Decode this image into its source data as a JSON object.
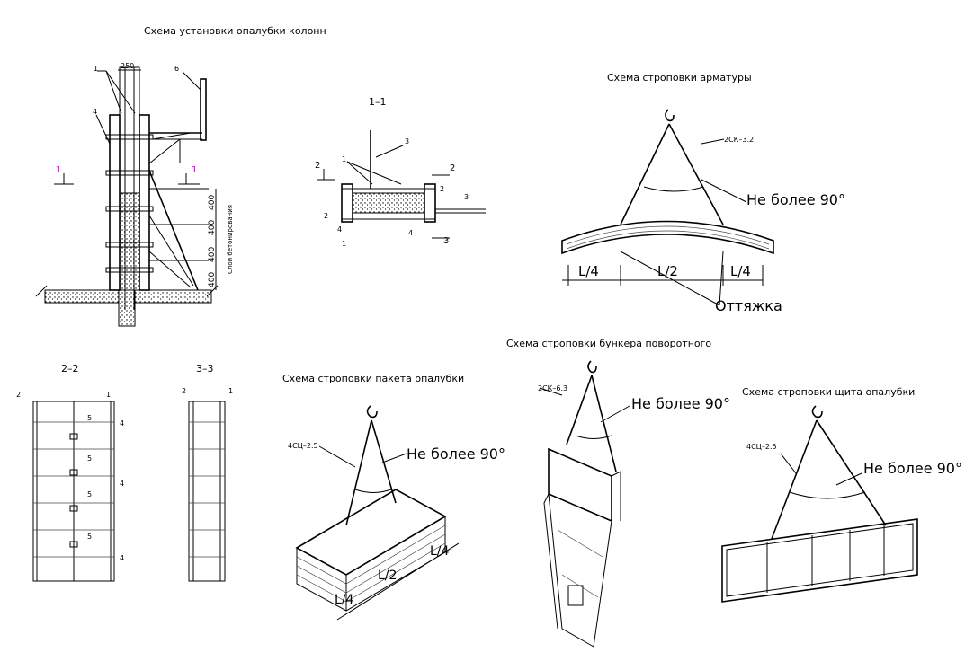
{
  "titles": {
    "columns": "Схема установки опалубки колонн",
    "rebar": "Схема строповки арматуры",
    "bunker": "Схема строповки бункера поворотного",
    "package": "Схема строповки пакета опалубки",
    "shield": "Схема строповки щита опалубки"
  },
  "sections": {
    "s11": "1–1",
    "s22": "2–2",
    "s33": "3–3"
  },
  "column": {
    "dim_top": "250",
    "dims_side": [
      "400",
      "400",
      "400",
      "400"
    ],
    "layer_note": "Слои бетонирования",
    "callouts": [
      "1",
      "4",
      "6"
    ],
    "cut_mark": "1"
  },
  "section11": {
    "callouts": [
      "1",
      "3",
      "2",
      "2",
      "3",
      "4",
      "4",
      "1"
    ],
    "cut2": "2",
    "cut3": "3"
  },
  "section22": {
    "callouts": [
      "2",
      "1",
      "4",
      "5",
      "5",
      "4",
      "5",
      "5",
      "4"
    ]
  },
  "section33": {
    "callouts": [
      "2",
      "1"
    ]
  },
  "rebar": {
    "sling": "2СК–3.2",
    "angle": "Не более 90°",
    "l4a": "L/4",
    "l2": "L/2",
    "l4b": "L/4",
    "guy": "Оттяжка"
  },
  "package": {
    "sling": "4СЦ–2.5",
    "angle": "Не более 90°",
    "l4a": "L/4",
    "l2": "L/2",
    "l4b": "L/4"
  },
  "bunker": {
    "sling": "2СК–6.3",
    "angle": "Не более 90°"
  },
  "shield": {
    "sling": "4СЦ–2.5",
    "angle": "Не более 90°"
  },
  "colors": {
    "ink": "#000000",
    "cut_mark": "#c000c0"
  }
}
